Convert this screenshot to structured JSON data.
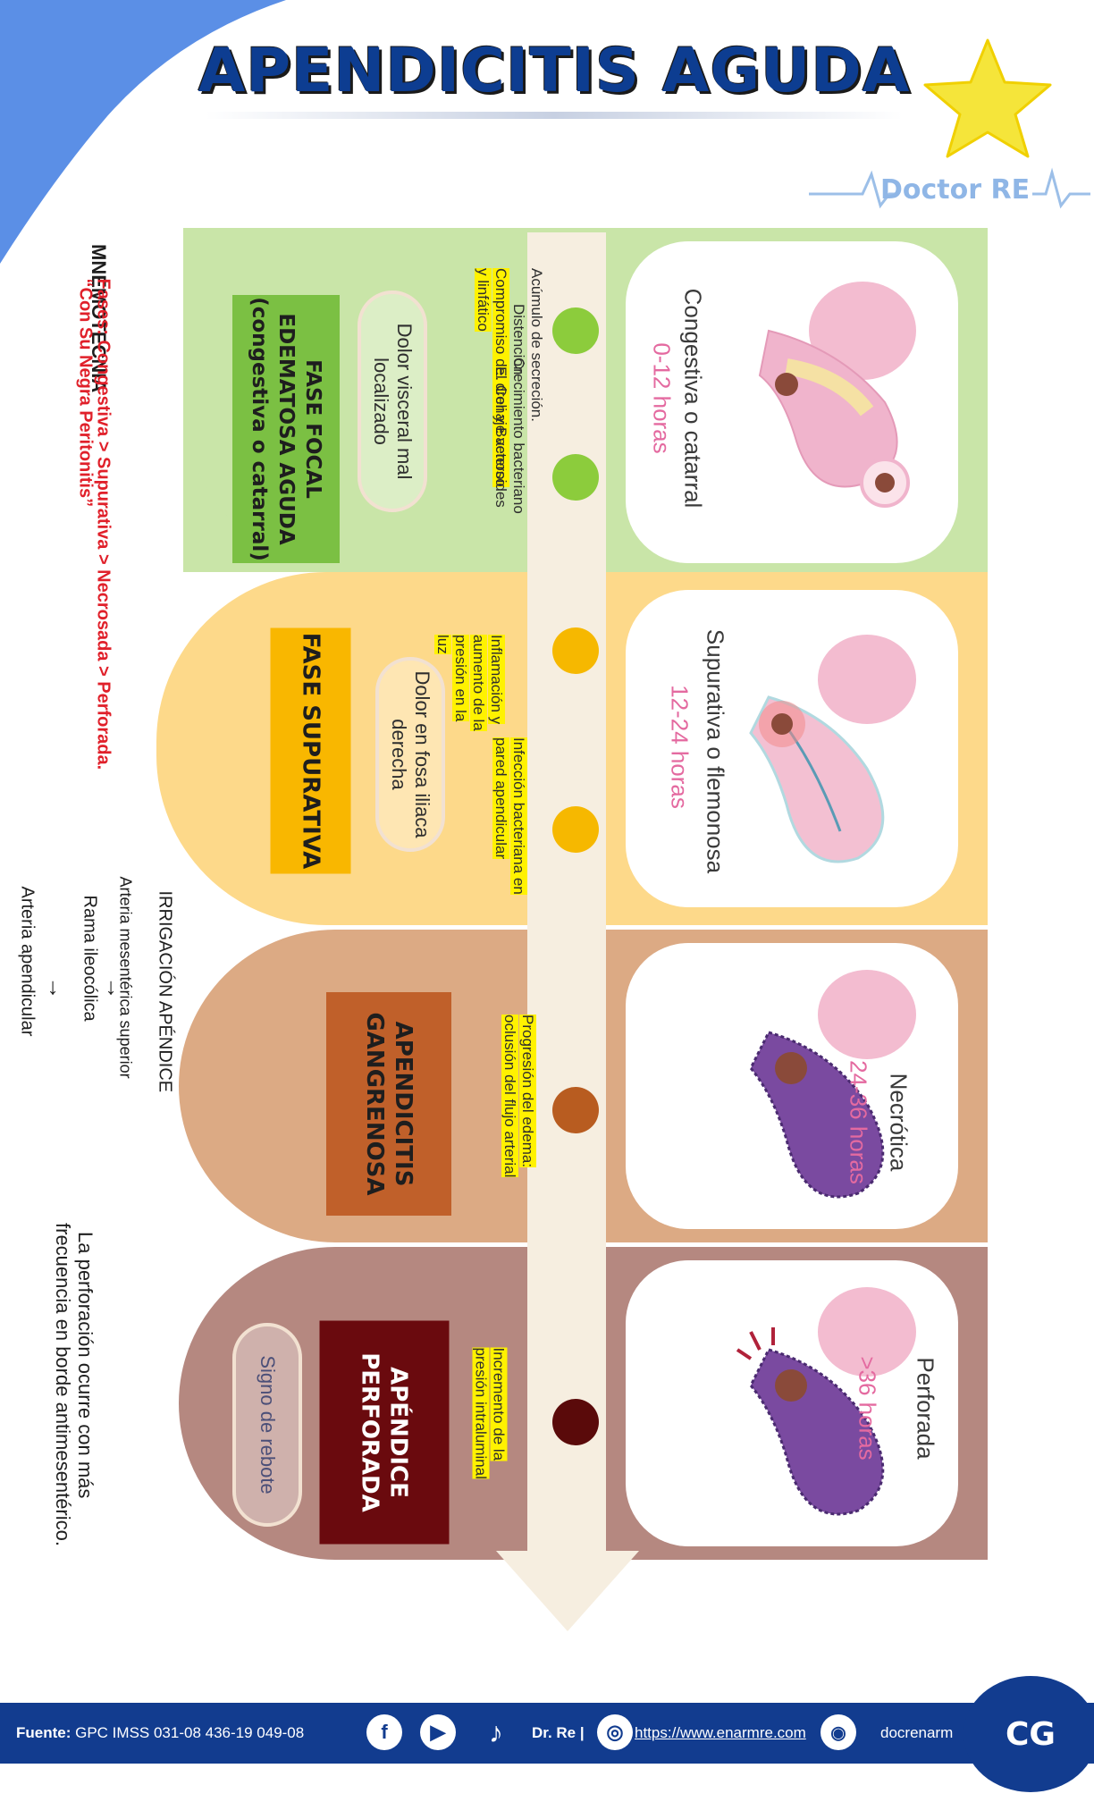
{
  "header": {
    "title": "APENDICITIS AGUDA",
    "brand": "Doctor RE"
  },
  "stages": [
    {
      "stage_name": "Congestiva o catarral",
      "time": "0-12 horas",
      "features": [
        "Acúmulo de secreción.",
        "Distención.",
        "Compromiso del drenaje venoso y linfático"
      ],
      "features2": [
        "Crecimiento bacteriano",
        "E. Coli y Bacteroides"
      ],
      "symptom": "Dolor visceral mal localizado",
      "phase": "FASE FOCAL EDEMATOSA AGUDA (congestiva o catarral)",
      "color": "#c9e5a8",
      "dot_color": "#8ccc3c",
      "box_color": "#7bc043"
    },
    {
      "stage_name": "Supurativa o flemonosa",
      "time": "12-24 horas",
      "features": [
        "Inflamación y aumento de la presión en la luz"
      ],
      "features2": [
        "Infección bacteriana en pared apendicular"
      ],
      "symptom": "Dolor en fosa iliaca derecha",
      "phase": "FASE SUPURATIVA",
      "color": "#fdd98a",
      "dot_color": "#f6b800",
      "box_color": "#f9b700"
    },
    {
      "stage_name": "Necrótica",
      "time": "24-36 horas",
      "features": [
        "Progresión del edema: oclusión del flujo arterial"
      ],
      "phase": "APENDICITIS GANGRENOSA",
      "color": "#dcaa84",
      "dot_color": "#b85c20",
      "box_color": "#c0602a"
    },
    {
      "stage_name": "Perforada",
      "time": ">36 horas",
      "features": [
        "Incremento de la presión intraluminal"
      ],
      "symptom": "Signo de rebote",
      "phase": "APÉNDICE PERFORADA",
      "color": "#b58880",
      "dot_color": "#5a0a0a",
      "box_color": "#6a0a0e"
    }
  ],
  "mnemonic": {
    "title": "MNEMOTECNIA",
    "phrase": "“Con Su Negra Peritonitis”",
    "phases": "Fases: Congestiva > Supurativa > Necrosada > Perforada."
  },
  "irrigation": {
    "title": "IRRIGACIÓN APÉNDICE",
    "artery1": "Arteria mesentérica superior",
    "artery2": "Rama ileocólica",
    "artery3": "Arteria apendicular",
    "arrow": "←"
  },
  "perforation_note": {
    "line1": "La perforación ocurre con más",
    "line2": "frecuencia en borde antimesentérico."
  },
  "footer": {
    "source_label": "Fuente:",
    "source_text": "GPC IMSS 031-08   436-19  049-08",
    "author": "Dr. Re |",
    "url": "https://www.enarmre.com",
    "instagram": "docrenarm",
    "logo": "CG"
  }
}
